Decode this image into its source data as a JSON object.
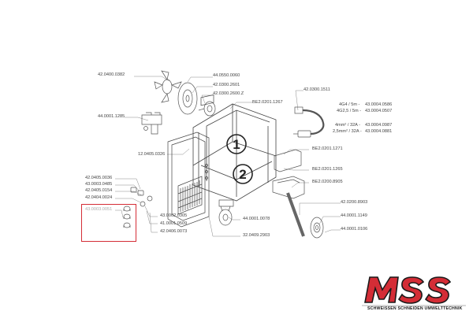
{
  "parts": {
    "p1": "42.0400.0382",
    "p2": "44.0550.0060",
    "p3": "42.0300.2601",
    "p4": "42.0300.2600.Z",
    "p5": "BE2.0201.1267",
    "p6": "44.0001.1285",
    "p7": "12.0405.0326",
    "p8": "42.0300.1511",
    "p9": "BE2.0201.1271",
    "p10": "BE2.0201.1265",
    "p11": "BE2.0200.8905",
    "p12": "42.0405.0036",
    "p13": "43.0003.0485",
    "p14": "42.0405.0154",
    "p15": "42.0404.0024",
    "p16": "43.0003.0051",
    "p17": "43.0002.0305",
    "p18": "41.0001.0509",
    "p19": "42.0406.0073",
    "p20": "44.0001.0078",
    "p21": "32.0409.2903",
    "p22": "42.0200.8903",
    "p23": "44.0001.1149",
    "p24": "44.0001.0106"
  },
  "cable_options": [
    {
      "spec": "4G4 / 5m -",
      "code": "43.0004.0586"
    },
    {
      "spec": "4G2,5 / 5m -",
      "code": "43.0004.0507"
    },
    {
      "spec": "4mm² / 32A -",
      "code": "43.0004.0987"
    },
    {
      "spec": "2,5mm² / 32A -",
      "code": "43.0004.0881"
    }
  ],
  "callouts": [
    "1",
    "2"
  ],
  "logo": {
    "text": "MSS",
    "tagline": "SCHWEISSEN SCHNEIDEN UMWELTTECHNIK",
    "colors": {
      "primary": "#d42d36",
      "dark": "#1a1a1a",
      "line": "#666666"
    }
  }
}
